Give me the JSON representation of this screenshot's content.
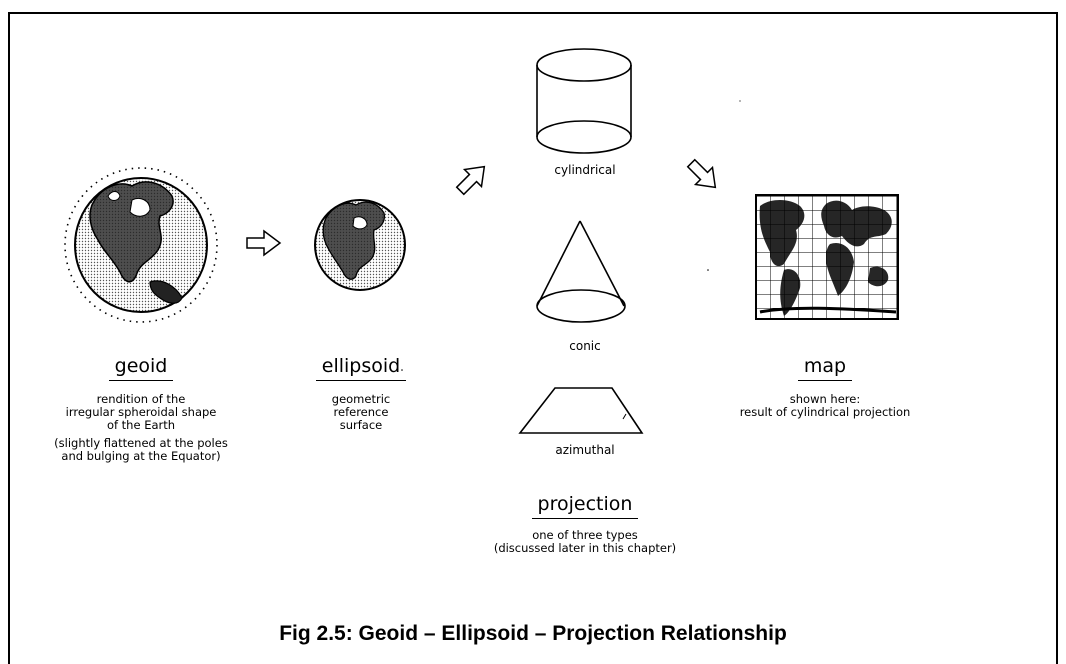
{
  "figure": {
    "caption": "Fig 2.5: Geoid – Ellipsoid – Projection Relationship"
  },
  "geoid": {
    "title": "geoid",
    "description": [
      "rendition of the",
      "irregular spheroidal shape",
      "of the Earth"
    ],
    "note": [
      "(slightly flattened at the poles",
      "and bulging at the Equator)"
    ]
  },
  "ellipsoid": {
    "title": "ellipsoid",
    "description": [
      "geometric",
      "reference",
      "surface"
    ]
  },
  "projection": {
    "title": "projection",
    "description": [
      "one of three types",
      "(discussed later in this chapter)"
    ],
    "types": {
      "cylindrical": "cylindrical",
      "conic": "conic",
      "azimuthal": "azimuthal"
    }
  },
  "map": {
    "title": "map",
    "description": [
      "shown here:",
      "result of cylindrical projection"
    ]
  }
}
